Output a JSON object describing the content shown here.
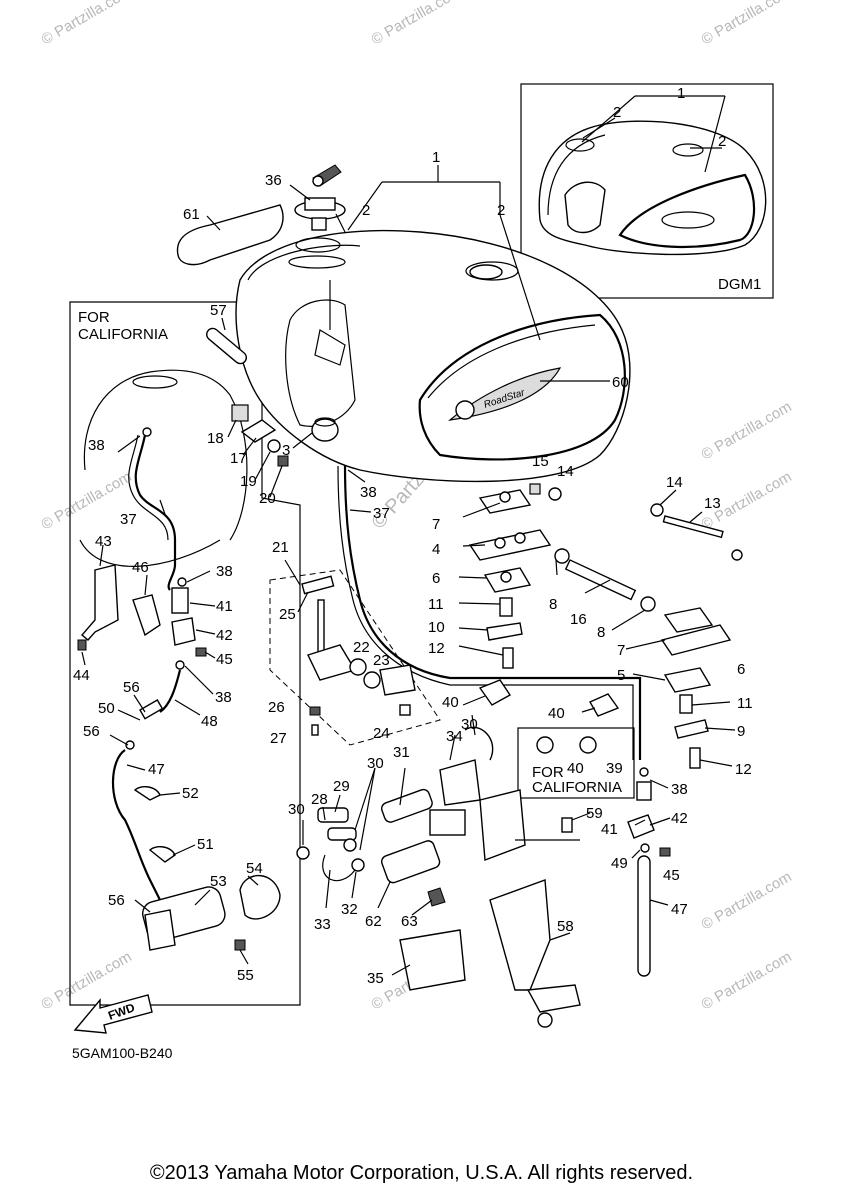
{
  "diagram": {
    "inset_label": "DGM1",
    "box_label_left": [
      "FOR",
      "CALIFORNIA"
    ],
    "box_label_small": [
      "FOR",
      "CALIFORNIA"
    ],
    "diagram_code": "5GAM100-B240",
    "fwd_label": "FWD",
    "tank_logo_text": "RoadStar",
    "watermark": "© Partzilla.com",
    "watermark_short": "© Partzilla.com"
  },
  "callouts": [
    "1",
    "1",
    "2",
    "2",
    "2",
    "2",
    "36",
    "61",
    "57",
    "18",
    "17",
    "19",
    "20",
    "3",
    "38",
    "60",
    "15",
    "14",
    "7",
    "4",
    "6",
    "11",
    "10",
    "12",
    "8",
    "16",
    "8",
    "14",
    "13",
    "7",
    "5",
    "6",
    "11",
    "9",
    "12",
    "21",
    "25",
    "22",
    "23",
    "26",
    "27",
    "24",
    "40",
    "40",
    "30",
    "34",
    "31",
    "30",
    "30",
    "29",
    "28",
    "33",
    "32",
    "62",
    "63",
    "35",
    "58",
    "59",
    "40",
    "39",
    "38",
    "41",
    "42",
    "49",
    "45",
    "47",
    "43",
    "46",
    "38",
    "41",
    "42",
    "45",
    "44",
    "56",
    "50",
    "56",
    "38",
    "48",
    "47",
    "52",
    "51",
    "53",
    "54",
    "56",
    "55",
    "37",
    "37",
    "38"
  ],
  "copyright": "©2013 Yamaha Motor Corporation, U.S.A. All rights reserved."
}
